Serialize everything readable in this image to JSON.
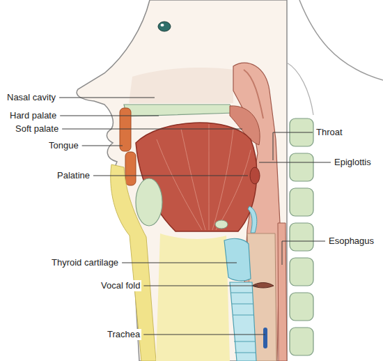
{
  "diagram": {
    "labels": [
      "Nasal cavity",
      "Hard palate",
      "Soft palate",
      "Tongue",
      "Palatine",
      "Throat",
      "Epiglottis",
      "Esophagus",
      "Thyroid cartilage",
      "Vocal fold",
      "Trachea"
    ]
  }
}
